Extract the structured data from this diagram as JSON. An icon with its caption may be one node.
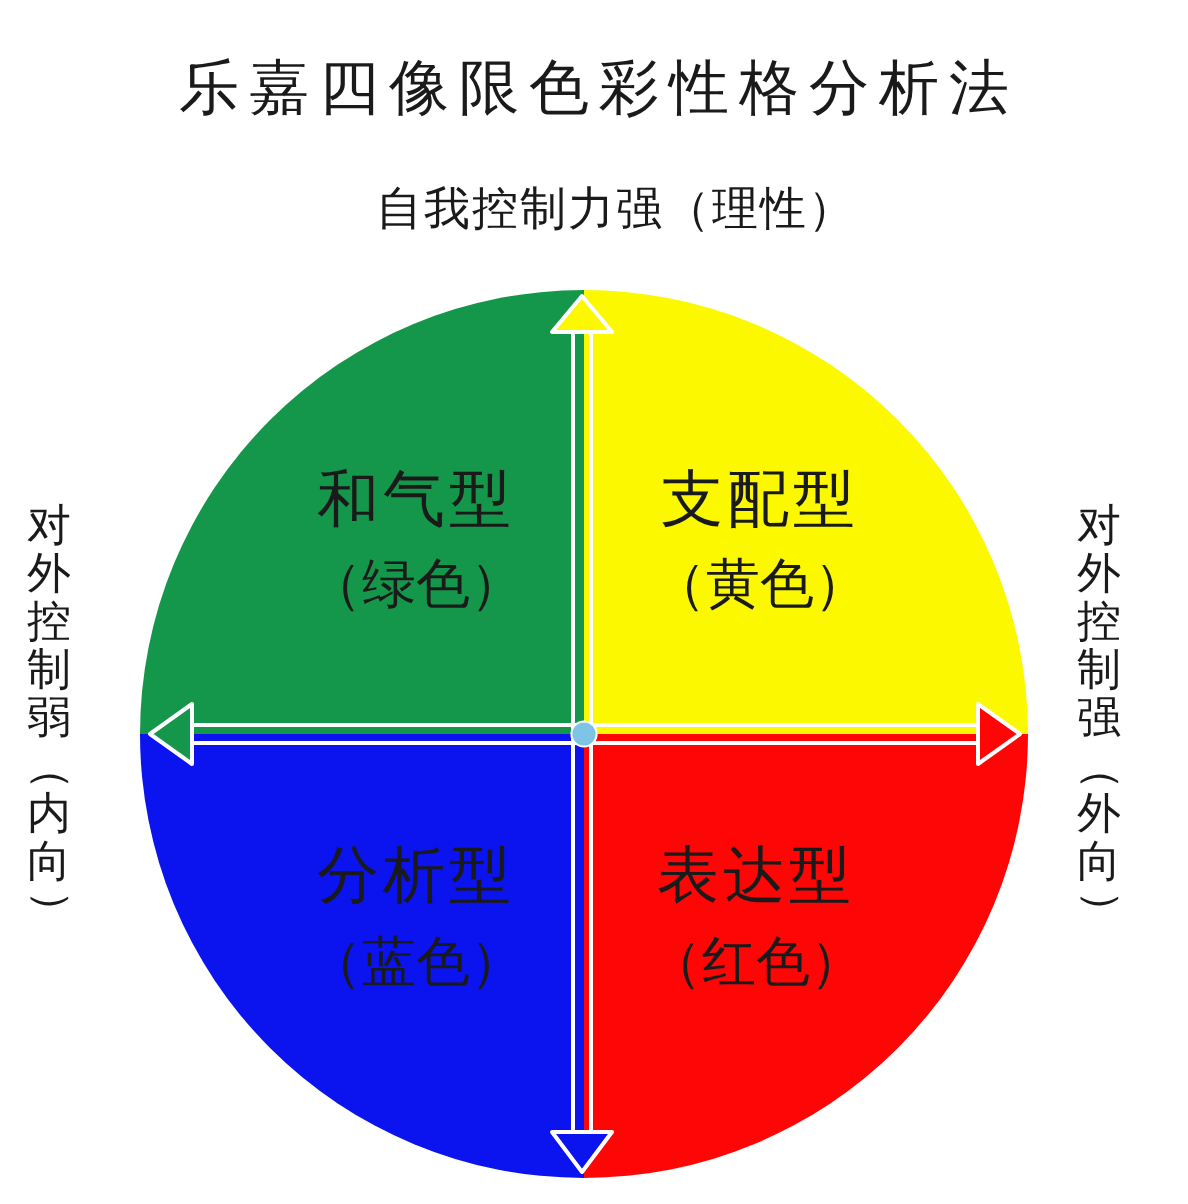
{
  "diagram": {
    "title": "乐嘉四像限色彩性格分析法",
    "nodes": [
      {
        "text": [
          "和气型",
          "（绿色）"
        ]
      },
      {
        "text": [
          "支配型",
          "（黄色）"
        ]
      },
      {
        "text": [
          "分析型",
          "（蓝色）"
        ]
      },
      {
        "text": [
          "表达型",
          "（红色）"
        ]
      }
    ],
    "labels": [
      "自我控制力强（理性）",
      "对外控制弱（内向）",
      "对外控制强（外向）"
    ]
  }
}
